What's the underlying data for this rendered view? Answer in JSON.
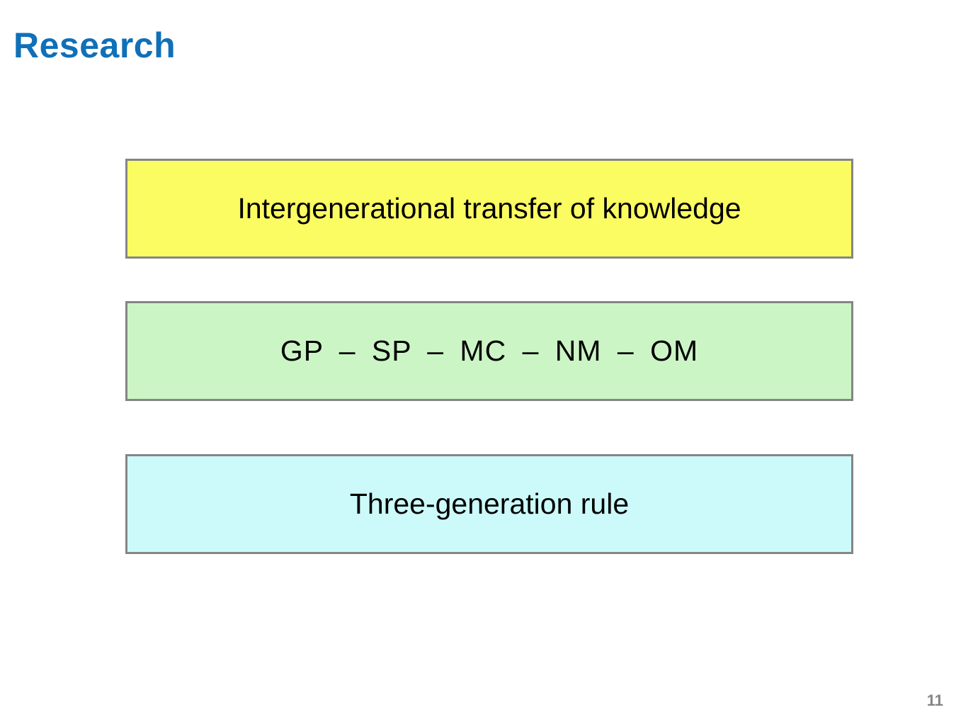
{
  "slide": {
    "title": "Research",
    "title_color": "#1070B8",
    "background_color": "#ffffff",
    "page_number": "11",
    "page_number_color": "#858585",
    "border_color": "#858585",
    "boxes": [
      {
        "id": "knowledge",
        "label": "Intergenerational transfer of knowledge",
        "fill_color": "#FBFB62"
      },
      {
        "id": "generations",
        "label": "GP  –  SP  –  MC  –  NM  –  OM",
        "fill_color": "#CCF5C5"
      },
      {
        "id": "rule",
        "label": "Three-generation rule",
        "fill_color": "#CCFAFA"
      }
    ]
  }
}
